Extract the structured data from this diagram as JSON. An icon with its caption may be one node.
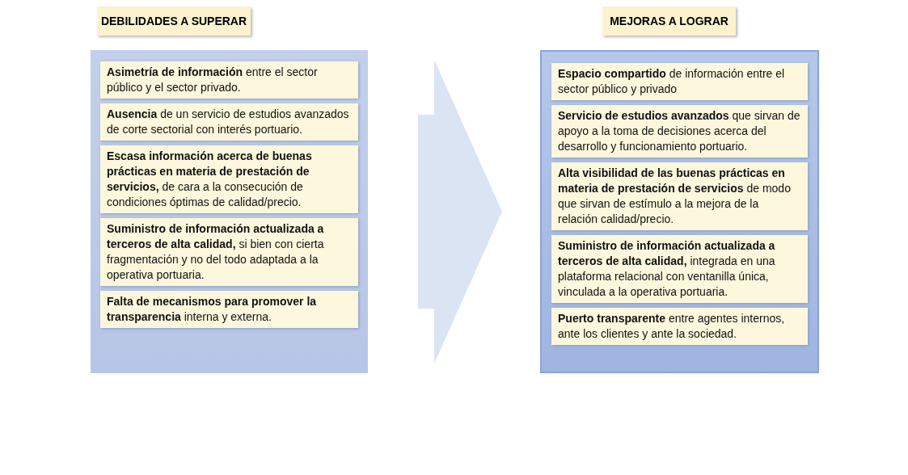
{
  "diagram": {
    "nodes": [
      {
        "text": [
          "DEBILIDADES A SUPERAR"
        ]
      },
      {
        "text": [
          "**Asimetría de información** entre el sector público y el sector privado."
        ],
        "in": 0
      },
      {
        "text": [
          "**Ausencia** de un servicio de estudios avanzados de corte sectorial con interés portuario."
        ],
        "in": 0
      },
      {
        "text": [
          "**Escasa información acerca de buenas prácticas en materia de prestación de servicios,** de cara a la consecución de condiciones óptimas de calidad/precio."
        ],
        "in": 0
      },
      {
        "text": [
          "**Suministro de información actualizada a terceros de alta calidad,** si bien con cierta fragmentación y no del todo adaptada a la operativa portuaria."
        ],
        "in": 0
      },
      {
        "text": [
          "**Falta de mecanismos para promover la transparencia** interna y externa."
        ],
        "in": 0
      },
      {
        "text": [
          "MEJORAS A LOGRAR"
        ]
      },
      {
        "text": [
          "**Espacio compartido** de información entre el sector público y privado"
        ],
        "in": 6
      },
      {
        "text": [
          "**Servicio de estudios avanzados** que sirvan de apoyo a la toma de decisiones acerca del desarrollo y funcionamiento portuario."
        ],
        "in": 6
      },
      {
        "text": [
          "**Alta visibilidad de las buenas prácticas en materia de prestación de servicios** de modo que sirvan de estímulo a la mejora de la relación calidad/precio."
        ],
        "in": 6
      },
      {
        "text": [
          "**Suministro de información actualizada a terceros de alta calidad,** integrada en una plataforma relacional con ventanilla única, vinculada a la operativa portuaria."
        ],
        "in": 6
      },
      {
        "text": [
          "**Puerto transparente** entre agentes internos, ante los clientes y ante la sociedad."
        ],
        "in": 6
      }
    ],
    "edges": [
      {
        "from": 0,
        "to": 6,
        "arrow": "to",
        "style": "thick"
      }
    ]
  }
}
